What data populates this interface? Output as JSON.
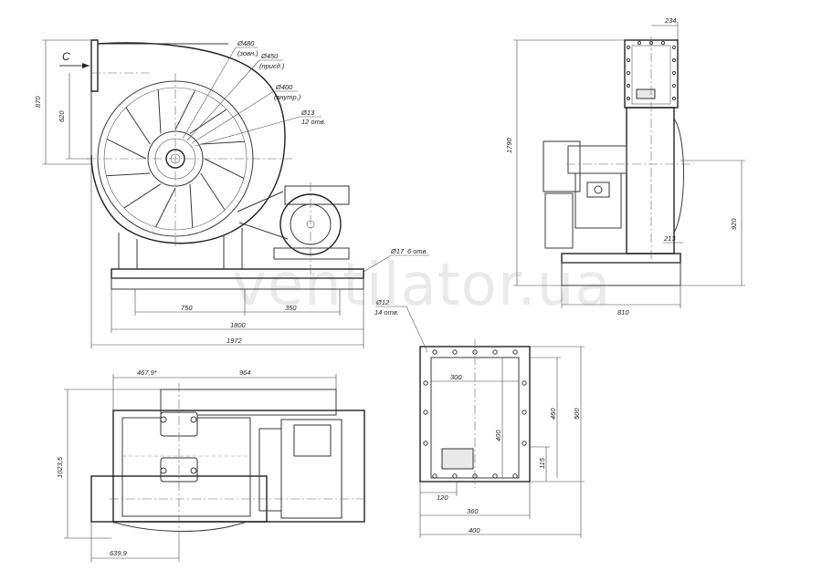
{
  "watermark": "ventilator.ua",
  "section_mark": "C",
  "front_view": {
    "dims": {
      "d480": "Ø480",
      "d480_note": "(зовн.)",
      "d450": "Ø450",
      "d450_note": "(приєд.)",
      "d400": "Ø400",
      "d400_note": "(внутр.)",
      "d13": "Ø13",
      "d13_note": "12 отв.",
      "h870": "870",
      "h620": "620",
      "w750": "750",
      "w350": "350",
      "w1800": "1800",
      "w1972": "1972",
      "d17": "Ø17",
      "d17_note": "6 отв."
    }
  },
  "side_view": {
    "dims": {
      "w234": "234",
      "h1790": "1790",
      "h920": "920",
      "w213": "213",
      "w810": "810"
    }
  },
  "top_view": {
    "dims": {
      "w467": "467,9*",
      "w964": "964",
      "h1023": "1023,5",
      "w639": "639,9"
    }
  },
  "flange_view": {
    "dims": {
      "d12": "Ø12",
      "d12_note": "14 отв.",
      "w300": "300",
      "h400": "400",
      "h460": "460",
      "h500": "500",
      "h115": "115",
      "w120": "120",
      "w360": "360",
      "w400": "400"
    }
  }
}
